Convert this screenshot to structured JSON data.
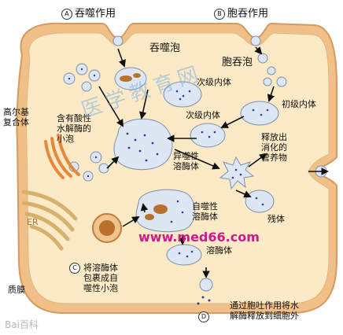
{
  "labels": {
    "a_letter": "A",
    "a_title": "吞噬作用",
    "b_letter": "B",
    "b_title": "胞吞作用",
    "phagosome": "吞噬泡",
    "pinosome": "胞吞泡",
    "secondary_lysosome_top": "次级内体",
    "primary_endosome": "初级内体",
    "secondary_lysosome_mid": "次级内体",
    "golgi": "高尔基\n复合体",
    "acid_hydrolase_vesicle": "含有酸性\n水解酶的\n小泡",
    "heterophagic_lysosome": "异噬性\n溶酶体",
    "release_nutrients": "释放出\n消化的\n营养物",
    "autophagic_lysosome": "自噬性\n溶酶体",
    "residual_body": "残体",
    "er": "ER",
    "lysosome": "溶酶体",
    "c_letter": "C",
    "c_text": "将溶酶体\n包裹成自\n噬性小泡",
    "plasma_membrane": "质膜",
    "d_letter": "D",
    "d_text": "通过胞吐作用将水\n解酶释放到细胞外"
  },
  "watermarks": {
    "center": "医学教育网",
    "url": "www.med66.com",
    "logo": "Bai百科"
  },
  "colors": {
    "cytoplasm": "#fbeac5",
    "membrane": "#f1c089",
    "membrane_edge": "#d49a5f",
    "vesicle_fill": "#dde7f4",
    "vesicle_edge": "#7d8fb0",
    "dot": "#2c3ea0",
    "golgi": "#e6873a",
    "er": "#d7b06e",
    "watermark_center": "#7fb3e6",
    "watermark_url": "#d0188d"
  }
}
